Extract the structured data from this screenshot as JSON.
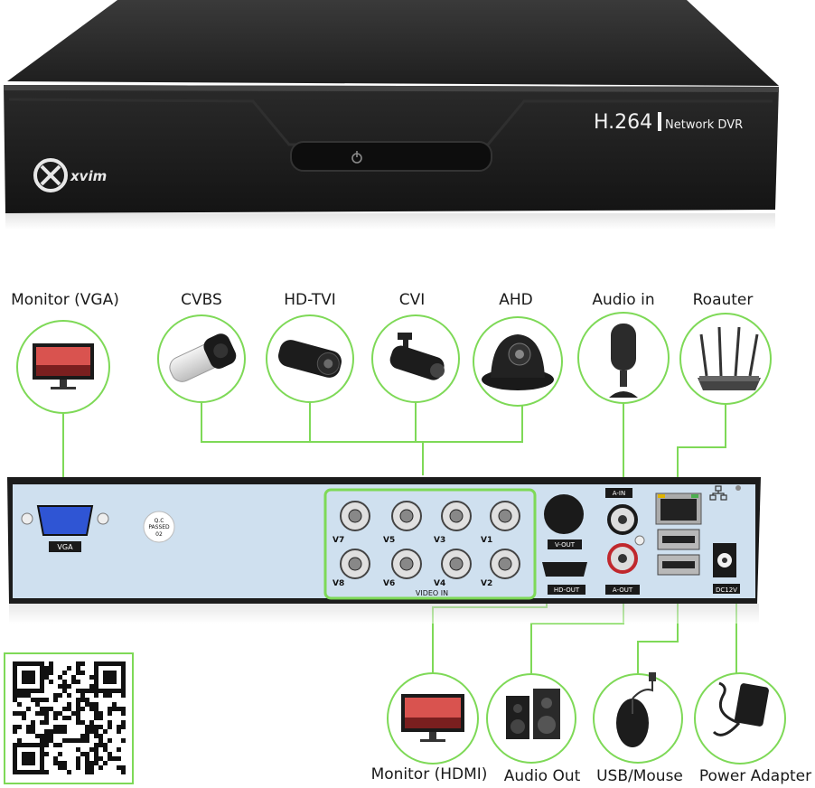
{
  "brand": {
    "logo_text": "xvim"
  },
  "dvr_front": {
    "codec": "H.264",
    "product": "Network DVR"
  },
  "devices_top": [
    {
      "label": "Monitor (VGA)",
      "icon": "monitor-icon"
    },
    {
      "label": "CVBS",
      "icon": "bullet-camera-icon"
    },
    {
      "label": "HD-TVI",
      "icon": "bullet-camera-icon"
    },
    {
      "label": "CVI",
      "icon": "bullet-camera-icon"
    },
    {
      "label": "AHD",
      "icon": "dome-camera-icon"
    },
    {
      "label": "Audio in",
      "icon": "microphone-icon"
    },
    {
      "label": "Roauter",
      "icon": "router-icon"
    }
  ],
  "devices_bottom": [
    {
      "label": "Monitor (HDMI)",
      "icon": "monitor-icon"
    },
    {
      "label": "Audio Out",
      "icon": "speakers-icon"
    },
    {
      "label": "USB/Mouse",
      "icon": "mouse-icon"
    },
    {
      "label": "Power Adapter",
      "icon": "power-adapter-icon"
    }
  ],
  "rear_panel": {
    "vga": "VGA",
    "qc": [
      "Q.C",
      "PASSED",
      "02"
    ],
    "video_in": "VIDEO IN",
    "channels_top": [
      "V7",
      "V5",
      "V3",
      "V1"
    ],
    "channels_bottom": [
      "V8",
      "V6",
      "V4",
      "V2"
    ],
    "v_out": "V-OUT",
    "hd_out": "HD-OUT",
    "a_in": "A-IN",
    "a_out": "A-OUT",
    "dc": "DC12V"
  },
  "colors": {
    "accent_green": "#7ed957",
    "chassis": "#1b1b1b",
    "panel_blue": "#cfe0ef"
  }
}
